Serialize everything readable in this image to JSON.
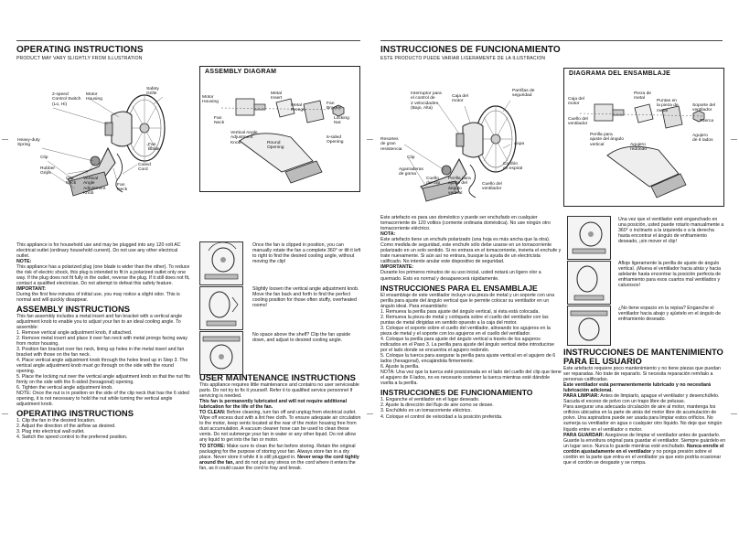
{
  "left": {
    "title": "OPERATING INSTRUCTIONS",
    "subtitle": "PRODUCT MAY VARY SLIGHTLY FROM ILLUSTRATION",
    "diagram_title": "ASSEMBLY DIAGRAM",
    "diagram_labels": {
      "speed": "2-speed\nControl Switch\n(Lo, Hi)",
      "motor": "Motor\nHousing",
      "grille": "Safety\nGrille",
      "heavy_spring": "Heavy-duty\nSpring",
      "clip": "Clip",
      "rubber": "Rubber\nGrips",
      "clip_neck": "Clip\nNeck",
      "vertical_knob": "Vertical\nAngle\nAdjustment\nKnob",
      "blade": "Fan\nBlade",
      "coiled": "Coiled\nCord",
      "fan_neck": "Fan\nNeck",
      "motor2": "Motor\nHousing",
      "fan_neck2": "Fan\nNeck",
      "vertical2": "Vertical Angle\nAdjustment\nKnob",
      "metal_insert": "Metal\nInsert",
      "metal_prongs": "Metal\nProngs",
      "round_opening": "Round\nOpening",
      "fan_bracket": "Fan\nBracket",
      "locking_nut": "Locking\nNut",
      "six_sided": "6-sided\nOpening"
    },
    "intro": "This appliance is for household use and may be plugged into any 120 volt AC electrical outlet (ordinary household current). Do not use any other electrical outlet.",
    "note_heading": "NOTE:",
    "note_text": "This appliance has a polarized plug (one blade is wider than the other). To reduce the risk of electric shock, this plug is intended to fit in a polarized outlet only one way. If the plug does not fit fully in the outlet, reverse the plug. If it still does not fit, contact a qualified electrician. Do not attempt to defeat this safety feature.",
    "important_heading": "IMPORTANT:",
    "important_text": "During the first few minutes of initial use, you may notice a slight odor. This is normal and will quickly disappear.",
    "assembly_heading": "ASSEMBLY INSTRUCTIONS",
    "assembly_intro": "This fan assembly includes a metal insert and fan bracket with a vertical angle adjustment knob to enable you to adjust your fan to an ideal cooling angle. To assemble:",
    "assembly_steps": [
      "1. Remove vertical angle adjustment knob, if attached.",
      "2. Remove metal insert and place it over fan neck with metal prongs facing away from motor housing.",
      "3. Position fan bracket over fan neck, lining up holes in the metal insert and fan bracket with those on the fan neck.",
      "4. Place vertical angle adjustment knob through the holes lined up in Step 3. The vertical angle adjustment knob must go through on the side with the round opening.",
      "5. Place the locking nut over the vertical angle adjustment knob so that the nut fits firmly on the side with the 6-sided (hexagonal) opening.",
      "6. Tighten the vertical angle adjustment knob."
    ],
    "assembly_note": "NOTE: Once the nut is in position on the side of the clip neck that has the 6 sided opening, it is not necessary to hold the nut while turning the vertical angle adjustment knob.",
    "operating_heading": "OPERATING INSTRUCTIONS",
    "operating_steps": [
      "1. Clip the fan in the desired location.",
      "2. Adjust the direction of the airflow as desired.",
      "3. Plug into electrical wall outlet.",
      "4. Switch the speed control to the preferred position."
    ],
    "tips": [
      "Once the fan is clipped in position, you can manually rotate the fan a complete 360° or tilt it left to right to find the desired cooling angle, without moving  the clip!",
      "Slightly loosen the vertical angle adjustment knob. Move the fan back and forth to find the perfect cooling position for those often stuffy, overheated rooms!",
      "No space above the shelf? Clip the fan upside down, and adjust to desired cooling angle."
    ],
    "maintenance_heading": "USER MAINTENANCE INSTRUCTIONS",
    "maintenance_intro": "This appliance requires little maintenance and contains no user serviceable parts. Do not try to fix it yourself. Refer it to qualified service personnel if servicing is needed.",
    "maintenance_bold": "This fan is permanently lubricated and will not require additional lubrication for the life of the fan.",
    "clean_label": "TO CLEAN:",
    "clean_text": "Before cleaning, turn fan off and unplug from electrical outlet. Wipe off excess dust with a lint free cloth. To ensure adequate air circulation to the motor, keep vents located at the rear of the motor housing free from dust accumulation. A vacuum cleaner hose can be used to clean these vents. Do not submerge your fan in water or any other liquid. Do not allow any liquid to get into the fan or motor.",
    "store_label": "TO STORE:",
    "store_text": "Make sure to clean the fan before storing. Retain the original packaging for the purpose of storing your fan. Always store fan in a dry place. Never store it while it is still plugged in.",
    "store_bold": "Never wrap the cord tightly around the fan,",
    "store_tail": "and do not put any stress on the cord where it enters the fan, as it could cause the cord to fray and break."
  },
  "right": {
    "title": "INSTRUCCIONES DE FUNCIONAMIENTO",
    "subtitle": "ESTE PRODUCTO PUEDE VARIAR LIGERAMENTE DE LA ILUSTRACION",
    "diagram_title": "DIAGRAMA DEL ENSAMBLAJE",
    "diagram_labels": {
      "interruptor": "Interruptor para\nel control de\n2 velocidades\n(Bajo, Alta)",
      "caja": "Caja del\nmotor",
      "parrillas": "Parrillas de\nseguridad",
      "resortes": "Resortes\nde gran\nresistencia",
      "clip": "Clip",
      "agarraderas": "Agarraderas\nde goma",
      "cuello_clip": "Cuello\ndel clip",
      "perilla": "Perilla para\najuste del\nángulo\nvertical",
      "aspa": "Aspa",
      "cordon": "Cordón\nen espiral",
      "cuello_vent": "Cuello del\nventilador",
      "caja2": "Caja del\nmotor",
      "cuello2": "Cuello del\nventilador",
      "pieza": "Pieza de\nmetal",
      "puntas": "Puntas en\nla pieza de\nmetal",
      "perilla2": "Perilla para\najuste del ángulo\nvertical",
      "agujero": "Agujero\nredondo",
      "soporte": "Soporte del\nventilador",
      "tuerca": "Tuerca",
      "seis_lados": "Agujero\nde 6 lados"
    },
    "intro": "Este artefacto es para uso doméstico y puede ser enchufado en cualquier tomacorriente de 120 voltios (corriente ordinaria doméstica). No use ningún otro tomacorriente eléctrico.",
    "note_heading": "NOTA:",
    "note_text": "Este artefacto tiene un enchufe polarizado (una hoja es más ancha que la otra). Como medida de seguridad, este enchufe sólo debe usarse en un tomacorriente polarizado en un solo sentido. Si no entrara en el tomacorriente, invierta el enchufe y trate nuevamente. Si aún así no entrara, busque la ayuda de un electricista calificado. No intente anular este dispositivo de seguridad.",
    "important_heading": "IMPORTANTE:",
    "important_text": "Durante los primeros minutos de su uso inicial, usted notará un ligero olor a quemado. Esto es normal y desaparecerá rápidamente.",
    "assembly_heading": "INSTRUCCIONES PARA EL ENSAMBLAJE",
    "assembly_intro": "El ensamblaje de este ventilador incluye una pieza de metal y un soporte con una perilla para ajuste del ángulo vertical que le permite colocar su ventilador en un ángulo ideal. Para ensamblarlo:",
    "assembly_steps": [
      "1. Remueva la perilla para ajuste del ángulo vertical, si ésta está colocada.",
      "2. Remueva la pieza de metal y colóquela sobre el cuello del ventilador con las puntas de metal dirigidas en sentido opuesto a la caja del motor.",
      "3. Coloque el soporte sobre el cuello del ventilador, alineando los agujeros en la pieza de metal y el soporte con los agujeros en el cuello del ventilador.",
      "4. Coloque la perilla  para ajuste del ángulo vertical a través de los agujeros indicados en el Paso 3. La perilla para ajuste del ángulo vertical debe introducirse por el lado donde se encuentra el agujero redondo.",
      "5. Coloque la tuerca para asegurar la perilla para ajuste vertical en el agujero de 6 lados (hexagonal), encajándola firmemente.",
      "6. Ajuste la perilla."
    ],
    "assembly_note": "NOTA: Una vez que la tuerca esté posicionada en el lado del cuello del clip que tiene el agujero de 6 lados, no es necesario sostener la tuerca mientras esté dándole vuelta a la perilla.",
    "operating_heading": "INSTRUCCIONES DE FUNCIONAMIENTO",
    "operating_steps": [
      "1. Enganche el ventilador en el lugar deseado.",
      "2. Ajuste la dirección del flujo de aire como se desee.",
      "3. Enchúfelo en un tomacorriente eléctrico.",
      "4. Coloque el control de velocidad a la posición preferida."
    ],
    "tips": [
      "Una vez que el ventilador esté enganchado en una posición, usted puede rotarlo manualmente a 360° o inclinarlo a la izquierda o a la derecha hasta encontrar el ángulo de enfriamiento deseado, ¡sin mover el clip!",
      "Afloje ligeramente la perilla de ajuste de ángulo vertical. ¡Mueva el ventilador hacia atrás y hacia adelante hasta encontrar la posición perfecta de enfriamiento para esos cuartos mal ventilados y calurosos!",
      "¿No tiene espacio en la repisa? Enganche el ventilador hacia abajo y ajústelo en el ángulo de enfriamiento deseado."
    ],
    "maintenance_heading": "INSTRUCCIONES DE MANTENIMIENTO\nPARA EL USUARIO",
    "maintenance_intro": "Este artefacto requiere poco mantenimiento y no tiene piezas que puedan ser reparadas. No trate de repararlo. Si necesita reparación remítalo a personas calificadas.",
    "maintenance_bold": "Este ventilador está permanentemente lubricado y no necesitará lubricación adicional.",
    "clean_label": "PARA LIMPIAR:",
    "clean_text": "Antes de limpiarlo, apague el ventilador y desenchúfelo. Sacuda el exceso de polvo con un trapo libre de pelusas.\nPara asegurar una adecuada circulación de aire al motor, mantenga los orificios ubicados en la parte de atrás del motor libre de acumulación de polvo. Una aspiradora puede ser usada para limpiar estos orificios. No sumerja su ventilador en agua o cualquier otro líquido. No deje que ningún líquido entre en el ventilador o motor.",
    "store_label": "PARA GUARDAR:",
    "store_text": "Asegúrese de limpiar el ventilador antes de guardarlo. Guarde la envoltura original para guardar el ventilador. Siempre guárdelo en un lugar seco. Nunca lo guarde mientras esté enchufado.",
    "store_bold": "Nunca enrolle el cordón ajustadamente en el ventilador",
    "store_tail": "y no ponga presión sobre el cordón en  la parte que entra en el ventilador ya que esto podría ocasionar que el cordón se desgaste y se rompa."
  }
}
